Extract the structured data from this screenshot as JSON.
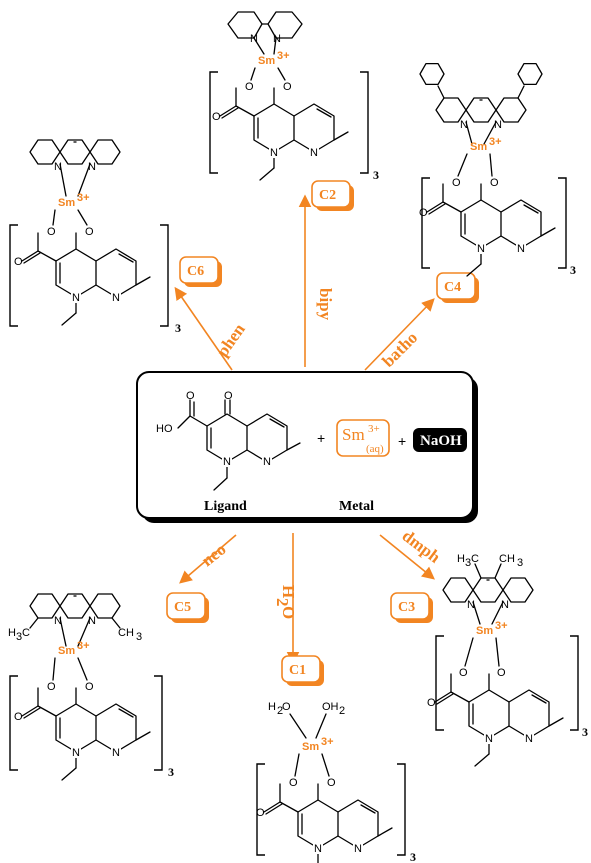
{
  "colors": {
    "accent": "#f28522",
    "text": "#000000",
    "background": "#ffffff"
  },
  "central": {
    "plus1": "+",
    "plus2": "+",
    "metal": "Sm",
    "metal_charge": "3+",
    "metal_state": "(aq)",
    "base": "NaOH",
    "ligand_label": "Ligand",
    "metal_label": "Metal",
    "ho": "HO",
    "o1": "O",
    "o2": "O",
    "n1": "N",
    "n2": "N"
  },
  "routes": [
    {
      "id": "C1",
      "reagent": "H2O",
      "reagent_main": "H",
      "reagent_sub": "2",
      "reagent_tail": "O"
    },
    {
      "id": "C2",
      "reagent": "bipy"
    },
    {
      "id": "C3",
      "reagent": "dmph"
    },
    {
      "id": "C4",
      "reagent": "batho"
    },
    {
      "id": "C5",
      "reagent": "neo"
    },
    {
      "id": "C6",
      "reagent": "phen"
    }
  ],
  "complex": {
    "metal": "Sm",
    "charge": "3+",
    "count": "3",
    "n": "N",
    "o": "O",
    "ch3": "CH",
    "ch3_sub": "3",
    "h3c": "H",
    "h3c_sub": "3",
    "h3c_tail": "C",
    "oh2": "OH",
    "oh2_sub": "2",
    "h2o": "H",
    "h2o_sub": "2",
    "h2o_tail": "O"
  }
}
